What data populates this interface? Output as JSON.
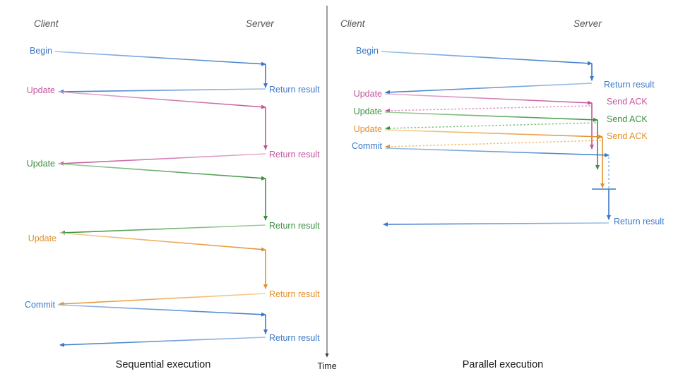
{
  "figure": {
    "title_left": "Sequential execution",
    "title_right": "Parallel execution",
    "time_axis_label": "Time",
    "background": "#ffffff"
  },
  "palette": {
    "blue": "#3c78c8",
    "blue_light": "#7aa9de",
    "pink": "#c4559b",
    "pink_light": "#dd93bf",
    "green": "#3d9140",
    "green_light": "#82c182",
    "orange": "#e2902c",
    "orange_light": "#f2bc6e",
    "divider": "#3c3c3c",
    "actor_text": "#555555",
    "caption_text": "#1a1a1a"
  },
  "left_panel": {
    "name": "Sequential execution",
    "actors": {
      "client": "Client",
      "server": "Server"
    },
    "messages": [
      {
        "label": "Begin",
        "color_key": "blue",
        "side": "client",
        "direction": "to-server"
      },
      {
        "label": "Return result",
        "color_key": "blue",
        "side": "server",
        "direction": "to-client"
      },
      {
        "label": "Update",
        "color_key": "pink",
        "side": "client",
        "direction": "to-server"
      },
      {
        "label": "Return result",
        "color_key": "pink",
        "side": "server",
        "direction": "to-client"
      },
      {
        "label": "Update",
        "color_key": "green",
        "side": "client",
        "direction": "to-server"
      },
      {
        "label": "Return result",
        "color_key": "green",
        "side": "server",
        "direction": "to-client"
      },
      {
        "label": "Update",
        "color_key": "orange",
        "side": "client",
        "direction": "to-server"
      },
      {
        "label": "Return result",
        "color_key": "orange",
        "side": "server",
        "direction": "to-client"
      },
      {
        "label": "Commit",
        "color_key": "blue",
        "side": "client",
        "direction": "to-server"
      },
      {
        "label": "Return result",
        "color_key": "blue",
        "side": "server",
        "direction": "to-client"
      }
    ],
    "client_labels": [
      "Begin",
      "Update",
      "Update",
      "Update",
      "Commit"
    ],
    "server_labels": [
      "Return result",
      "Return result",
      "Return result",
      "Return result",
      "Return result"
    ]
  },
  "right_panel": {
    "name": "Parallel execution",
    "actors": {
      "client": "Client",
      "server": "Server"
    },
    "messages": [
      {
        "label": "Begin",
        "color_key": "blue",
        "side": "client",
        "direction": "to-server",
        "style": "solid"
      },
      {
        "label": "Return result",
        "color_key": "blue",
        "side": "server",
        "direction": "to-client",
        "style": "solid"
      },
      {
        "label": "Update",
        "color_key": "pink",
        "side": "client",
        "direction": "to-server",
        "style": "solid"
      },
      {
        "label": "Send ACK",
        "color_key": "pink",
        "side": "server",
        "direction": "to-client",
        "style": "dotted"
      },
      {
        "label": "Update",
        "color_key": "green",
        "side": "client",
        "direction": "to-server",
        "style": "solid"
      },
      {
        "label": "Send ACK",
        "color_key": "green",
        "side": "server",
        "direction": "to-client",
        "style": "dotted"
      },
      {
        "label": "Update",
        "color_key": "orange",
        "side": "client",
        "direction": "to-server",
        "style": "solid"
      },
      {
        "label": "Send ACK",
        "color_key": "orange",
        "side": "server",
        "direction": "to-client",
        "style": "dotted"
      },
      {
        "label": "Commit",
        "color_key": "blue",
        "side": "client",
        "direction": "to-server",
        "style": "solid"
      },
      {
        "label": "Return result",
        "color_key": "blue",
        "side": "server",
        "direction": "to-client",
        "style": "solid"
      }
    ],
    "client_labels": [
      "Begin",
      "Update",
      "Update",
      "Update",
      "Commit"
    ],
    "server_labels": [
      "Return result",
      "Send ACK",
      "Send ACK",
      "Send ACK",
      "Return result"
    ]
  }
}
